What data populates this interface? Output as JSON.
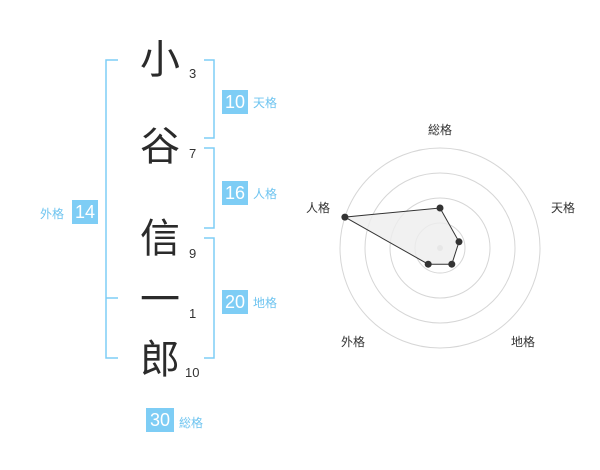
{
  "name_chars": [
    {
      "char": "小",
      "strokes": "3"
    },
    {
      "char": "谷",
      "strokes": "7"
    },
    {
      "char": "信",
      "strokes": "9"
    },
    {
      "char": "一",
      "strokes": "1"
    },
    {
      "char": "郎",
      "strokes": "10"
    }
  ],
  "kakusu": {
    "tenkaku": {
      "value": "10",
      "label": "天格"
    },
    "jinkaku": {
      "value": "16",
      "label": "人格"
    },
    "chikaku": {
      "value": "20",
      "label": "地格"
    },
    "gaikaku": {
      "value": "14",
      "label": "外格"
    },
    "soukaku": {
      "value": "30",
      "label": "総格"
    }
  },
  "colors": {
    "accent": "#7ecdf5",
    "label": "#6ec4f0",
    "radar_fill": "#eeeeee"
  },
  "chart_data": {
    "type": "radar",
    "axes": [
      "総格",
      "天格",
      "地格",
      "外格",
      "人格"
    ],
    "values": [
      0.4,
      0.2,
      0.2,
      0.2,
      1.0
    ],
    "rings": 4,
    "range": [
      0,
      1
    ]
  }
}
